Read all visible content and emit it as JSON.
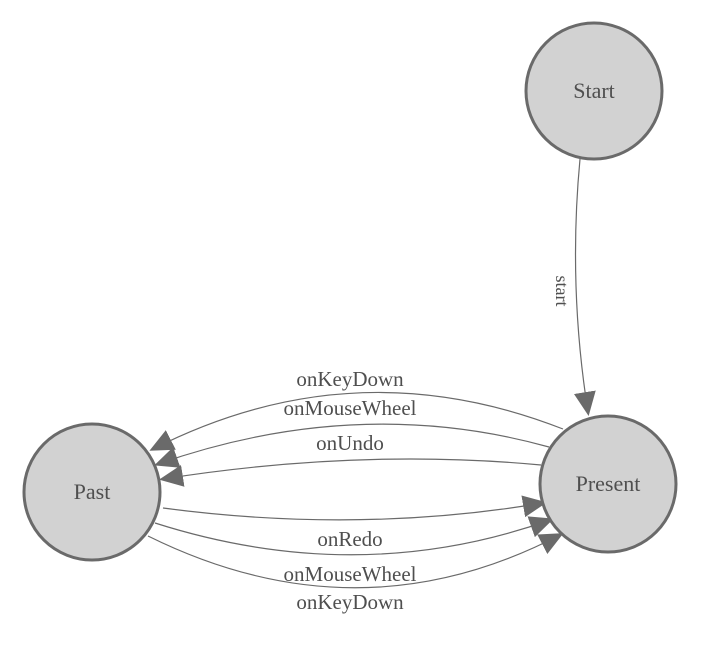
{
  "diagram": {
    "type": "state-machine",
    "background_color": "#ffffff",
    "node_fill_color": "#d2d2d2",
    "node_border_color": "#6a6a6a",
    "edge_color": "#6a6a6a",
    "arrowhead_color": "#6a6a6a",
    "label_color": "#4f4f4f",
    "nodes": [
      {
        "id": "start",
        "label": "Start"
      },
      {
        "id": "present",
        "label": "Present"
      },
      {
        "id": "past",
        "label": "Past"
      }
    ],
    "edges": [
      {
        "from": "start",
        "to": "present",
        "label": "start"
      },
      {
        "from": "present",
        "to": "past",
        "label": "onKeyDown"
      },
      {
        "from": "present",
        "to": "past",
        "label": "onMouseWheel"
      },
      {
        "from": "present",
        "to": "past",
        "label": "onUndo"
      },
      {
        "from": "past",
        "to": "present",
        "label": "onRedo"
      },
      {
        "from": "past",
        "to": "present",
        "label": "onMouseWheel"
      },
      {
        "from": "past",
        "to": "present",
        "label": "onKeyDown"
      }
    ]
  }
}
